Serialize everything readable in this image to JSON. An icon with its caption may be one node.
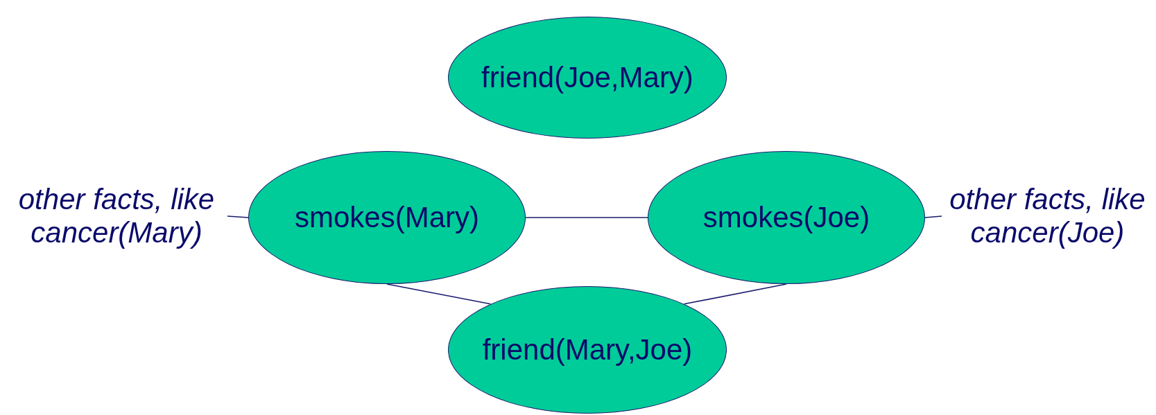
{
  "diagram": {
    "nodes": [
      {
        "text": [
          "friend(Joe,Mary)"
        ]
      },
      {
        "text": [
          "other facts, like cancer(Mary)"
        ]
      },
      {
        "text": [
          "smokes(Mary)"
        ]
      },
      {
        "text": [
          "smokes(Joe)"
        ]
      },
      {
        "text": [
          "other facts, like cancer(Joe)"
        ]
      },
      {
        "text": [
          "friend(Mary,Joe)"
        ]
      }
    ],
    "edges": [
      {
        "from": 1,
        "to": 2,
        "arrow": "none"
      },
      {
        "from": 2,
        "to": 3,
        "arrow": "none"
      },
      {
        "from": 3,
        "to": 4,
        "arrow": "none"
      },
      {
        "from": 2,
        "to": 5,
        "arrow": "none"
      },
      {
        "from": 3,
        "to": 5,
        "arrow": "none"
      }
    ]
  }
}
